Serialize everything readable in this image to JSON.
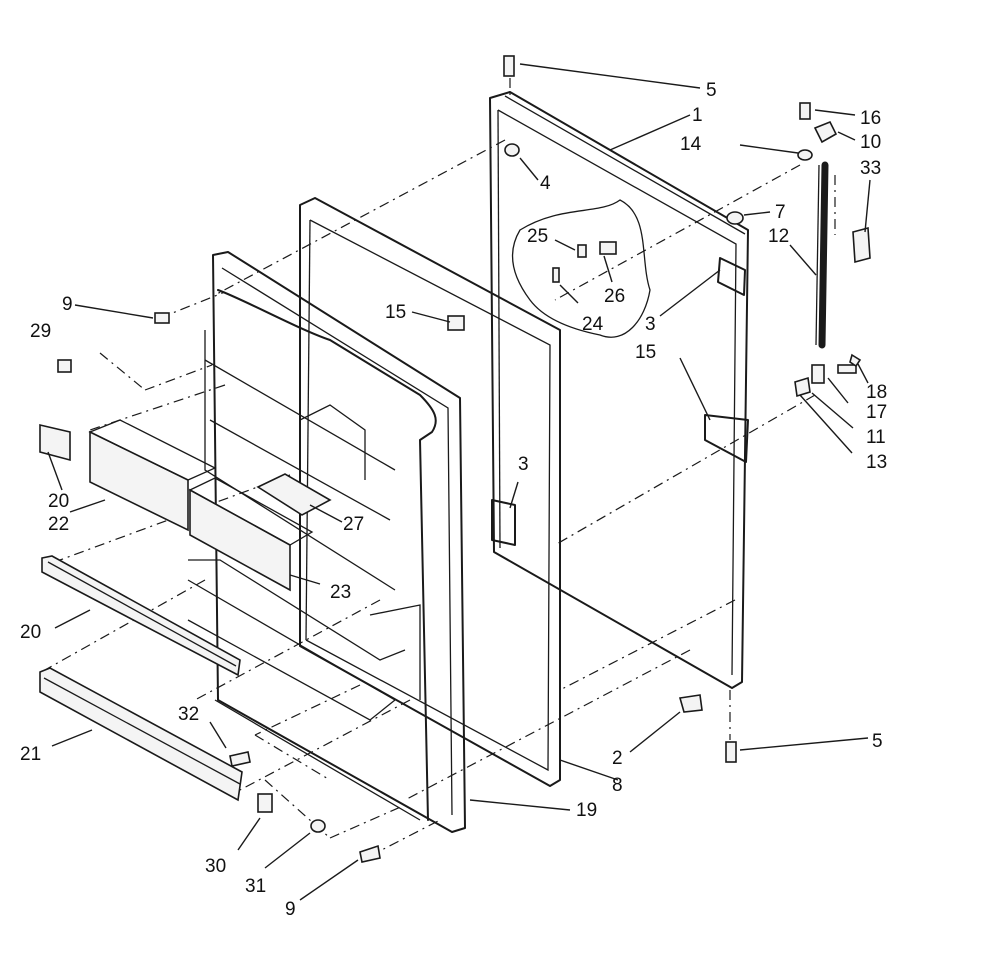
{
  "diagram": {
    "callouts": [
      {
        "id": "c5a",
        "text": "5"
      },
      {
        "id": "c1",
        "text": "1"
      },
      {
        "id": "c16",
        "text": "16"
      },
      {
        "id": "c14",
        "text": "14"
      },
      {
        "id": "c10",
        "text": "10"
      },
      {
        "id": "c4",
        "text": "4"
      },
      {
        "id": "c33",
        "text": "33"
      },
      {
        "id": "c7",
        "text": "7"
      },
      {
        "id": "c25",
        "text": "25"
      },
      {
        "id": "c12",
        "text": "12"
      },
      {
        "id": "c26",
        "text": "26"
      },
      {
        "id": "c9a",
        "text": "9"
      },
      {
        "id": "c29",
        "text": "29"
      },
      {
        "id": "c15a",
        "text": "15"
      },
      {
        "id": "c24",
        "text": "24"
      },
      {
        "id": "c3a",
        "text": "3"
      },
      {
        "id": "c15b",
        "text": "15"
      },
      {
        "id": "c18",
        "text": "18"
      },
      {
        "id": "c17",
        "text": "17"
      },
      {
        "id": "c11",
        "text": "11"
      },
      {
        "id": "c13",
        "text": "13"
      },
      {
        "id": "c20a",
        "text": "20"
      },
      {
        "id": "c22",
        "text": "22"
      },
      {
        "id": "c3b",
        "text": "3"
      },
      {
        "id": "c27",
        "text": "27"
      },
      {
        "id": "c23",
        "text": "23"
      },
      {
        "id": "c20b",
        "text": "20"
      },
      {
        "id": "c32",
        "text": "32"
      },
      {
        "id": "c21",
        "text": "21"
      },
      {
        "id": "c2",
        "text": "2"
      },
      {
        "id": "c5b",
        "text": "5"
      },
      {
        "id": "c8",
        "text": "8"
      },
      {
        "id": "c19",
        "text": "19"
      },
      {
        "id": "c30",
        "text": "30"
      },
      {
        "id": "c31",
        "text": "31"
      },
      {
        "id": "c9b",
        "text": "9"
      }
    ]
  }
}
